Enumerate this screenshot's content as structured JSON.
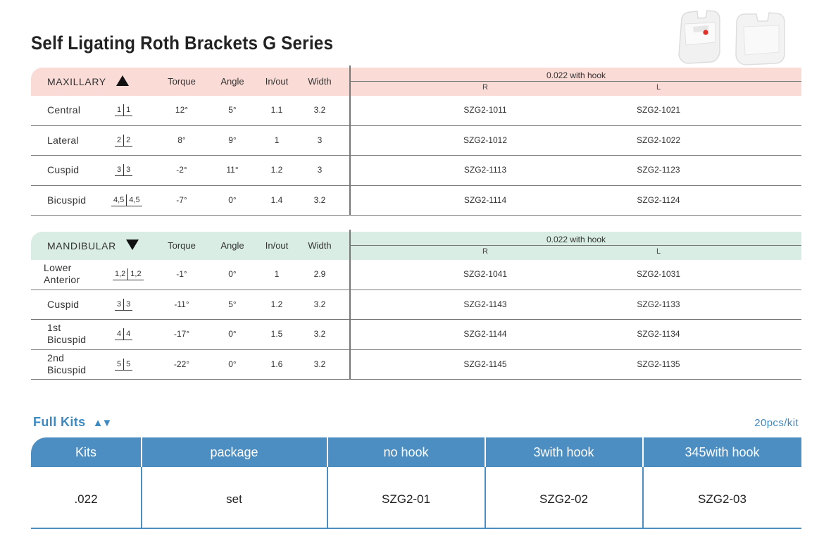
{
  "title": "Self Ligating Roth Brackets G Series",
  "columns": {
    "torque": "Torque",
    "angle": "Angle",
    "inout": "In/out",
    "width": "Width",
    "hook": "0.022 with hook",
    "right": "R",
    "left": "L"
  },
  "maxillary": {
    "label": "MAXILLARY",
    "rows": [
      {
        "name": "Central",
        "tooth_l": "1",
        "tooth_r": "1",
        "torque": "12°",
        "angle": "5°",
        "inout": "1.1",
        "width": "3.2",
        "code_r": "SZG2-1011",
        "code_l": "SZG2-1021"
      },
      {
        "name": "Lateral",
        "tooth_l": "2",
        "tooth_r": "2",
        "torque": "8°",
        "angle": "9°",
        "inout": "1",
        "width": "3",
        "code_r": "SZG2-1012",
        "code_l": "SZG2-1022"
      },
      {
        "name": "Cuspid",
        "tooth_l": "3",
        "tooth_r": "3",
        "torque": "-2°",
        "angle": "11°",
        "inout": "1.2",
        "width": "3",
        "code_r": "SZG2-1113",
        "code_l": "SZG2-1123"
      },
      {
        "name": "Bicuspid",
        "tooth_l": "4,5",
        "tooth_r": "4,5",
        "torque": "-7°",
        "angle": "0°",
        "inout": "1.4",
        "width": "3.2",
        "code_r": "SZG2-1114",
        "code_l": "SZG2-1124"
      }
    ]
  },
  "mandibular": {
    "label": "MANDIBULAR",
    "rows": [
      {
        "name1": "Lower",
        "name2": "Anterior",
        "tooth_l": "1,2",
        "tooth_r": "1,2",
        "torque": "-1°",
        "angle": "0°",
        "inout": "1",
        "width": "2.9",
        "code_r": "SZG2-1041",
        "code_l": "SZG2-1031"
      },
      {
        "name1": "Cuspid",
        "name2": "",
        "tooth_l": "3",
        "tooth_r": "3",
        "torque": "-11°",
        "angle": "5°",
        "inout": "1.2",
        "width": "3.2",
        "code_r": "SZG2-1143",
        "code_l": "SZG2-1133"
      },
      {
        "name1": "1st",
        "name2": "Bicuspid",
        "tooth_l": "4",
        "tooth_r": "4",
        "torque": "-17°",
        "angle": "0°",
        "inout": "1.5",
        "width": "3.2",
        "code_r": "SZG2-1144",
        "code_l": "SZG2-1134"
      },
      {
        "name1": "2nd",
        "name2": "Bicuspid",
        "tooth_l": "5",
        "tooth_r": "5",
        "torque": "-22°",
        "angle": "0°",
        "inout": "1.6",
        "width": "3.2",
        "code_r": "SZG2-1145",
        "code_l": "SZG2-1135"
      }
    ]
  },
  "kits": {
    "title": "Full Kits",
    "symbols": "▲▼",
    "per_kit": "20pcs/kit",
    "headers": [
      "Kits",
      "package",
      "no hook",
      "3with hook",
      "345with hook"
    ],
    "row": [
      ".022",
      "set",
      "SZG2-01",
      "SZG2-02",
      "SZG2-03"
    ]
  },
  "colors": {
    "maxillary_band": "#fadbd6",
    "mandibular_band": "#d9ede4",
    "kits_blue": "#4c8ec2",
    "bracket_dot": "#e0302a"
  }
}
